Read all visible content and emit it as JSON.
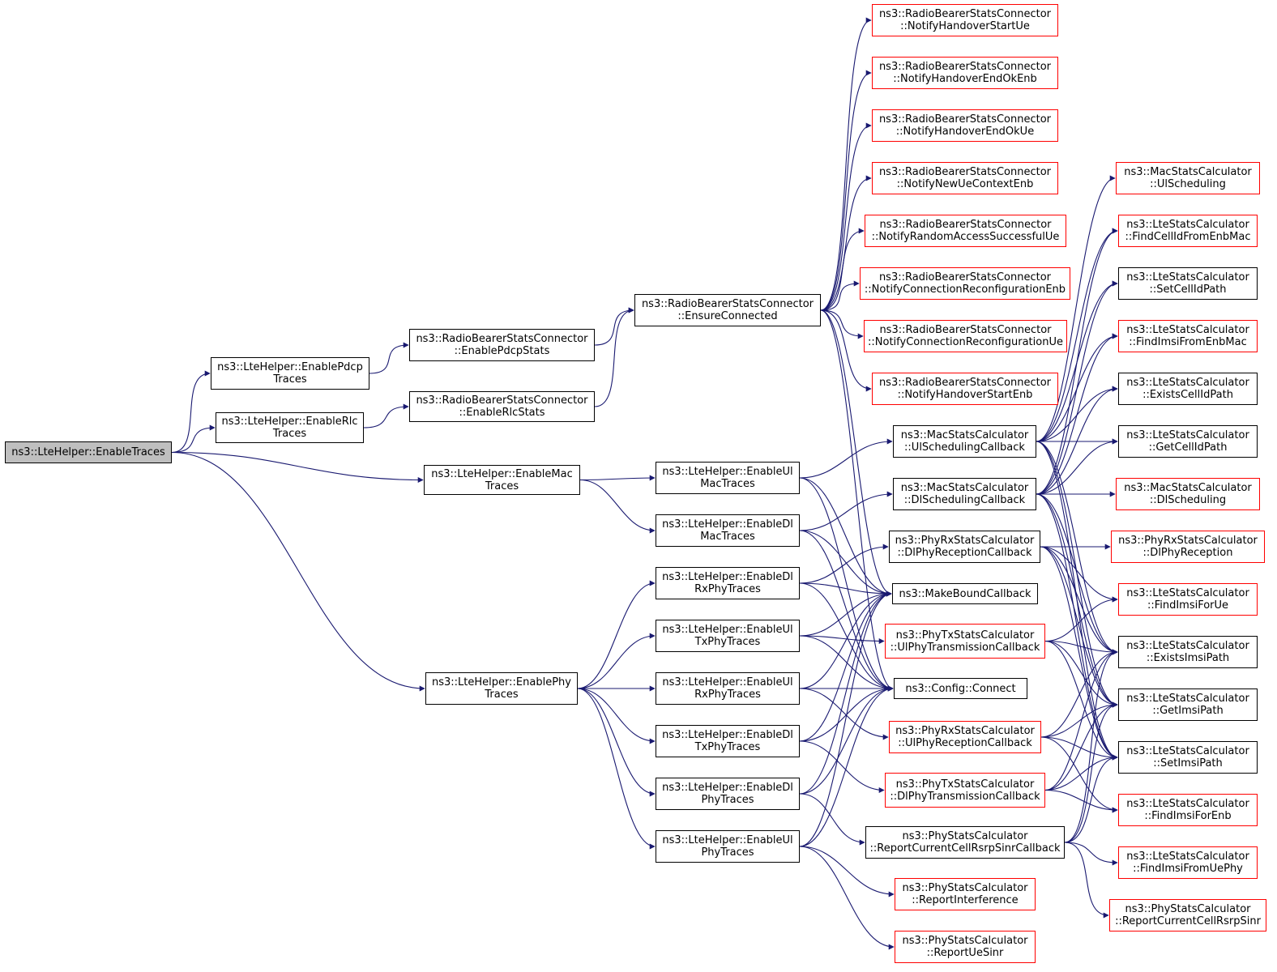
{
  "nodes": {
    "root": [
      "ns3::LteHelper::EnableTraces"
    ],
    "pdcp": [
      "ns3::LteHelper::EnablePdcp",
      "Traces"
    ],
    "rlc": [
      "ns3::LteHelper::EnableRlc",
      "Traces"
    ],
    "mac": [
      "ns3::LteHelper::EnableMac",
      "Traces"
    ],
    "phy": [
      "ns3::LteHelper::EnablePhy",
      "Traces"
    ],
    "pdcpstats": [
      "ns3::RadioBearerStatsConnector",
      "::EnablePdcpStats"
    ],
    "rlcstats": [
      "ns3::RadioBearerStatsConnector",
      "::EnableRlcStats"
    ],
    "ensure": [
      "ns3::RadioBearerStatsConnector",
      "::EnsureConnected"
    ],
    "ho_start_ue": [
      "ns3::RadioBearerStatsConnector",
      "::NotifyHandoverStartUe"
    ],
    "ho_end_enb": [
      "ns3::RadioBearerStatsConnector",
      "::NotifyHandoverEndOkEnb"
    ],
    "ho_end_ue": [
      "ns3::RadioBearerStatsConnector",
      "::NotifyHandoverEndOkUe"
    ],
    "new_ue_ctx": [
      "ns3::RadioBearerStatsConnector",
      "::NotifyNewUeContextEnb"
    ],
    "rach_ok": [
      "ns3::RadioBearerStatsConnector",
      "::NotifyRandomAccessSuccessfulUe"
    ],
    "conn_reconf_enb": [
      "ns3::RadioBearerStatsConnector",
      "::NotifyConnectionReconfigurationEnb"
    ],
    "conn_reconf_ue": [
      "ns3::RadioBearerStatsConnector",
      "::NotifyConnectionReconfigurationUe"
    ],
    "ho_start_enb": [
      "ns3::RadioBearerStatsConnector",
      "::NotifyHandoverStartEnb"
    ],
    "ul_mac": [
      "ns3::LteHelper::EnableUl",
      "MacTraces"
    ],
    "dl_mac": [
      "ns3::LteHelper::EnableDl",
      "MacTraces"
    ],
    "dl_rxphy": [
      "ns3::LteHelper::EnableDl",
      "RxPhyTraces"
    ],
    "ul_txphy": [
      "ns3::LteHelper::EnableUl",
      "TxPhyTraces"
    ],
    "ul_rxphy": [
      "ns3::LteHelper::EnableUl",
      "RxPhyTraces"
    ],
    "dl_txphy": [
      "ns3::LteHelper::EnableDl",
      "TxPhyTraces"
    ],
    "dl_phy": [
      "ns3::LteHelper::EnableDl",
      "PhyTraces"
    ],
    "ul_phy": [
      "ns3::LteHelper::EnableUl",
      "PhyTraces"
    ],
    "ul_sched_cb": [
      "ns3::MacStatsCalculator",
      "::UlSchedulingCallback"
    ],
    "dl_sched_cb": [
      "ns3::MacStatsCalculator",
      "::DlSchedulingCallback"
    ],
    "dl_phy_rx_cb": [
      "ns3::PhyRxStatsCalculator",
      "::DlPhyReceptionCallback"
    ],
    "make_bound": [
      "ns3::MakeBoundCallback"
    ],
    "ul_phy_tx_cb": [
      "ns3::PhyTxStatsCalculator",
      "::UlPhyTransmissionCallback"
    ],
    "config_connect": [
      "ns3::Config::Connect"
    ],
    "ul_phy_rx_cb": [
      "ns3::PhyRxStatsCalculator",
      "::UlPhyReceptionCallback"
    ],
    "dl_phy_tx_cb": [
      "ns3::PhyTxStatsCalculator",
      "::DlPhyTransmissionCallback"
    ],
    "rsrp_sinr_cb": [
      "ns3::PhyStatsCalculator",
      "::ReportCurrentCellRsrpSinrCallback"
    ],
    "report_interf": [
      "ns3::PhyStatsCalculator",
      "::ReportInterference"
    ],
    "report_ue_sinr": [
      "ns3::PhyStatsCalculator",
      "::ReportUeSinr"
    ],
    "ul_sched": [
      "ns3::MacStatsCalculator",
      "::UlScheduling"
    ],
    "find_cell_enbmac": [
      "ns3::LteStatsCalculator",
      "::FindCellIdFromEnbMac"
    ],
    "set_cell_path": [
      "ns3::LteStatsCalculator",
      "::SetCellIdPath"
    ],
    "find_imsi_enbmac": [
      "ns3::LteStatsCalculator",
      "::FindImsiFromEnbMac"
    ],
    "exists_cell_path": [
      "ns3::LteStatsCalculator",
      "::ExistsCellIdPath"
    ],
    "get_cell_path": [
      "ns3::LteStatsCalculator",
      "::GetCellIdPath"
    ],
    "dl_sched": [
      "ns3::MacStatsCalculator",
      "::DlScheduling"
    ],
    "dl_phy_reception": [
      "ns3::PhyRxStatsCalculator",
      "::DlPhyReception"
    ],
    "find_imsi_ue": [
      "ns3::LteStatsCalculator",
      "::FindImsiForUe"
    ],
    "exists_imsi_path": [
      "ns3::LteStatsCalculator",
      "::ExistsImsiPath"
    ],
    "get_imsi_path": [
      "ns3::LteStatsCalculator",
      "::GetImsiPath"
    ],
    "set_imsi_path": [
      "ns3::LteStatsCalculator",
      "::SetImsiPath"
    ],
    "find_imsi_enb": [
      "ns3::LteStatsCalculator",
      "::FindImsiForEnb"
    ],
    "find_imsi_uephy": [
      "ns3::LteStatsCalculator",
      "::FindImsiFromUePhy"
    ],
    "report_rsrp_sinr": [
      "ns3::PhyStatsCalculator",
      "::ReportCurrentCellRsrpSinr"
    ]
  },
  "colors": {
    "edge": "#191970",
    "border_normal": "#000000",
    "border_incomplete": "#ff0000",
    "root_fill": "#bfbfbf"
  }
}
